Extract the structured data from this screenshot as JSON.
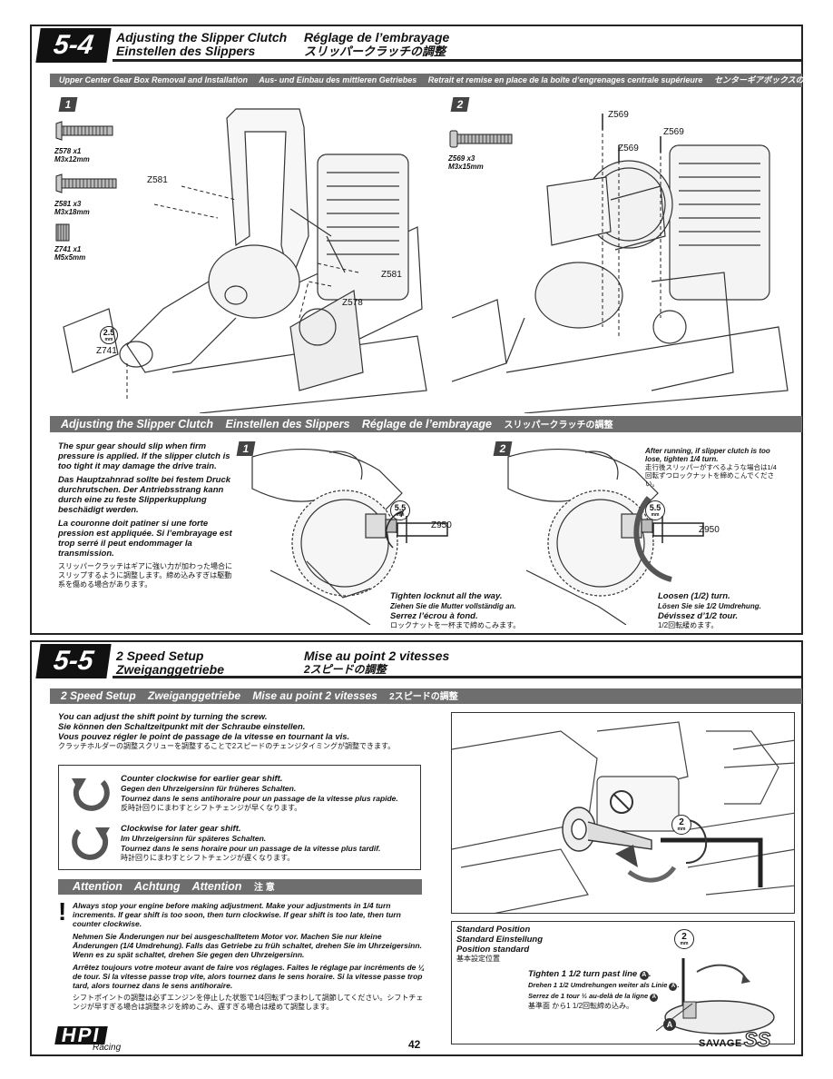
{
  "s54": {
    "number": "5-4",
    "title_en": "Adjusting the Slipper Clutch",
    "title_de": "Einstellen des Slippers",
    "title_fr": "Réglage de l’embrayage",
    "title_jp": "スリッパークラッチの調整",
    "bar1": [
      "Upper Center Gear Box Removal and Installation",
      "Aus- und Einbau des mittleren Getriebes",
      "Retrait et remise en place de la boîte d’engrenages centrale supérieure",
      "センターギアボックスの取り付け取り外し"
    ],
    "step1": "1",
    "step2": "2",
    "parts1": [
      {
        "code": "Z578",
        "qty": "x1",
        "size": "M3x12mm"
      },
      {
        "code": "Z581",
        "qty": "x3",
        "size": "M3x18mm"
      },
      {
        "code": "Z741",
        "qty": "x1",
        "size": "M5x5mm"
      }
    ],
    "parts2": [
      {
        "code": "Z569",
        "qty": "x3",
        "size": "M3x15mm"
      }
    ],
    "callouts1": [
      "Z581",
      "Z581",
      "Z578",
      "Z741"
    ],
    "tool1": {
      "value": "2.5",
      "unit": "mm"
    },
    "callouts2": [
      "Z569",
      "Z569",
      "Z569"
    ],
    "bar2": [
      "Adjusting the Slipper Clutch",
      "Einstellen des Slippers",
      "Réglage de l’embrayage",
      "スリッパークラッチの調整"
    ],
    "intro_en": "The spur gear should slip when firm pressure is applied. If the slipper clutch is too tight it may damage the drive train.",
    "intro_de": "Das Hauptzahnrad sollte bei festem Druck durchrutschen. Der Antriebsstrang kann durch eine zu feste Slipperkupplung beschädigt werden.",
    "intro_fr": "La couronne doit patiner si une forte pression est appliquée. Si l’embrayage est trop serré il peut endommager la transmission.",
    "intro_jp": "スリッパークラッチはギアに強い力が加わった場合にスリップするように調整します。締め込みすぎは駆動系を傷める場合があります。",
    "tool2": {
      "value": "5.5",
      "unit": "mm",
      "code": "Z950"
    },
    "tighten": [
      "Tighten locknut all the way.",
      "Ziehen Sie die Mutter vollständig an.",
      "Serrez l’écrou à fond.",
      "ロックナットを一杯まで締めこみます。"
    ],
    "after": [
      "After running, if slipper clutch is too lose, tighten 1/4 turn.",
      "走行後スリッパーがすべるような場合は1/4回転ずつロックナットを締めこんでください。"
    ],
    "loosen": [
      "Loosen (1/2) turn.",
      "Lösen Sie sie 1/2 Umdrehung.",
      "Dévissez d’1/2 tour.",
      "1/2回転緩めます。"
    ]
  },
  "s55": {
    "number": "5-5",
    "title_en": "2 Speed Setup",
    "title_de": "Zweiganggetriebe",
    "title_fr": "Mise au point 2 vitesses",
    "title_jp": "2スピードの調整",
    "bar": [
      "2 Speed Setup",
      "Zweiganggetriebe",
      "Mise au point 2 vitesses",
      "2スピードの調整"
    ],
    "intro": [
      "You can adjust the shift point by turning the screw.",
      "Sie können den Schaltzeitpunkt mit der Schraube einstellen.",
      "Vous pouvez régler le point de passage de la vitesse en tournant la vis.",
      "クラッチホルダーの調整スクリューを調整することで2スピードのチェンジタイミングが調整できます。"
    ],
    "ccw": [
      "Counter clockwise for earlier gear shift.",
      "Gegen den Uhrzeigersinn für früheres Schalten.",
      "Tournez dans le sens antihoraire pour un passage de la vitesse plus rapide.",
      "反時計回りにまわすとシフトチェンジが早くなります。"
    ],
    "cw": [
      "Clockwise for later gear shift.",
      "Im Uhrzeigersinn für späteres Schalten.",
      "Tournez dans le sens horaire pour un passage de la vitesse plus tardif.",
      "時計回りにまわすとシフトチェンジが遅くなります。"
    ],
    "attention_bar": [
      "Attention",
      "Achtung",
      "Attention",
      "注 意"
    ],
    "att_en": "Always stop your engine before making adjustment. Make your adjustments in 1/4 turn increments. If gear shift is too soon, then turn clockwise. If gear shift is too late, then turn counter clockwise.",
    "att_de": "Nehmen Sie Änderungen nur bei ausgeschalltetem Motor vor. Machen Sie nur kleine Änderungen (1/4 Umdrehung). Falls das Getriebe zu früh schaltet, drehen Sie im Uhrzeigersinn. Wenn es zu spät schaltet, drehen Sie gegen den Uhrzeigersinn.",
    "att_fr": "Arrêtez toujours votre moteur avant de faire vos réglages. Faites le réglage par incréments de ¼ de tour. Si la vitesse passe trop vite, alors tournez dans le sens horaire. Si la vitesse passe trop tard, alors tournez dans le sens antihoraire.",
    "att_jp": "シフトポイントの調整は必ずエンジンを停止した状態で1/4回転ずつまわして調節してください。シフトチェンジが早すぎる場合は調整ネジを締めこみ、遅すぎる場合は緩めて調整します。",
    "tool": {
      "value": "2",
      "unit": "mm"
    },
    "std": [
      "Standard Position",
      "Standard Einstellung",
      "Position standard",
      "基本設定位置"
    ],
    "std_tighten": [
      "Tighten 1 1/2 turn past line",
      "Drehen 1 1/2 Umdrehungen weiter als Linie",
      "Serrez de 1 tour ½ au-delà de la ligne",
      "基準面 から1 1/2回転締め込み。"
    ],
    "marker": "A"
  },
  "footer": {
    "page": "42",
    "brand": "HPI",
    "brand_sub": "Racing",
    "model": "SAVAGE",
    "model_suffix": "SS"
  }
}
